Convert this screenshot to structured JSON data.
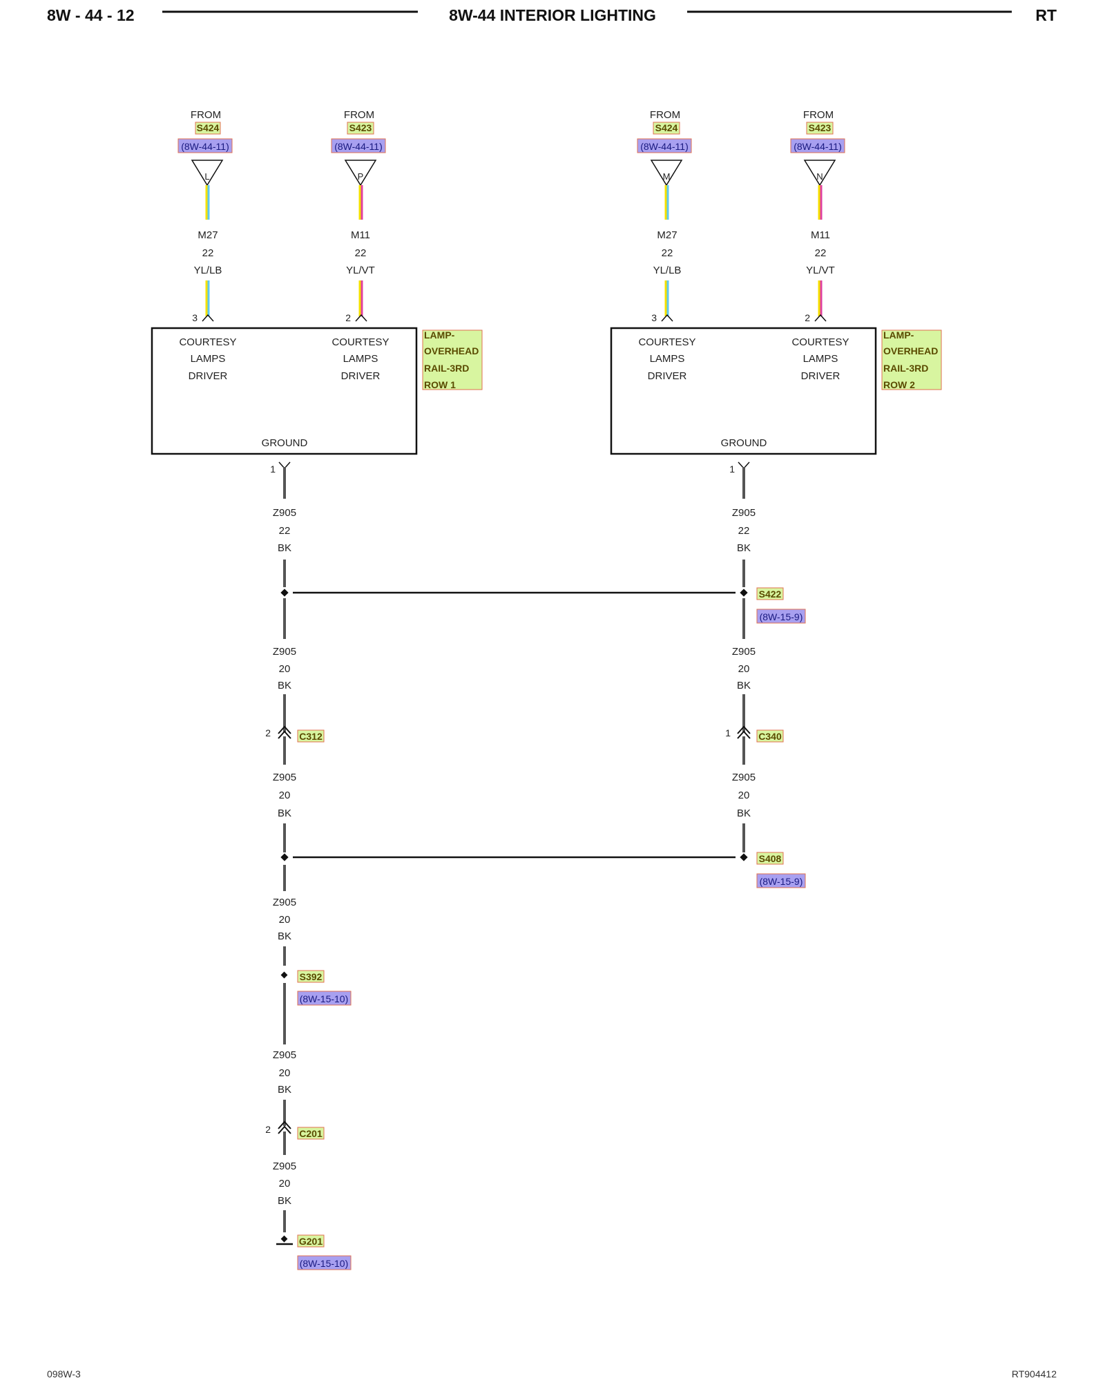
{
  "header": {
    "page_code": "8W - 44 - 12",
    "title": "8W-44 INTERIOR LIGHTING",
    "market": "RT"
  },
  "footer": {
    "left": "098W-3",
    "right": "RT904412"
  },
  "from_connectors": [
    {
      "from": "FROM",
      "splice": "S424",
      "ref": "(8W-44-11)",
      "letter": "L",
      "circuit": "M27",
      "gauge": "22",
      "color": "YL/LB",
      "pin": "3",
      "wire_colors": [
        "#f5e000",
        "#5ec8f0"
      ]
    },
    {
      "from": "FROM",
      "splice": "S423",
      "ref": "(8W-44-11)",
      "letter": "P",
      "circuit": "M11",
      "gauge": "22",
      "color": "YL/VT",
      "pin": "2",
      "wire_colors": [
        "#f5e000",
        "#e040a0"
      ]
    },
    {
      "from": "FROM",
      "splice": "S424",
      "ref": "(8W-44-11)",
      "letter": "M",
      "circuit": "M27",
      "gauge": "22",
      "color": "YL/LB",
      "pin": "3",
      "wire_colors": [
        "#f5e000",
        "#5ec8f0"
      ]
    },
    {
      "from": "FROM",
      "splice": "S423",
      "ref": "(8W-44-11)",
      "letter": "N",
      "circuit": "M11",
      "gauge": "22",
      "color": "YL/VT",
      "pin": "2",
      "wire_colors": [
        "#f5e000",
        "#e040a0"
      ]
    }
  ],
  "modules": [
    {
      "left_line1": "COURTESY",
      "left_line2": "LAMPS",
      "left_line3": "DRIVER",
      "right_line1": "COURTESY",
      "right_line2": "LAMPS",
      "right_line3": "DRIVER",
      "ground": "GROUND",
      "name_line1": "LAMP-",
      "name_line2": "OVERHEAD",
      "name_line3": "RAIL-3RD",
      "name_line4": "ROW 1",
      "ground_pin": "1"
    },
    {
      "left_line1": "COURTESY",
      "left_line2": "LAMPS",
      "left_line3": "DRIVER",
      "right_line1": "COURTESY",
      "right_line2": "LAMPS",
      "right_line3": "DRIVER",
      "ground": "GROUND",
      "name_line1": "LAMP-",
      "name_line2": "OVERHEAD",
      "name_line3": "RAIL-3RD",
      "name_line4": "ROW 2",
      "ground_pin": "1"
    }
  ],
  "wire_labels": {
    "left_1": {
      "circuit": "Z905",
      "gauge": "22",
      "color": "BK"
    },
    "left_2": {
      "circuit": "Z905",
      "gauge": "20",
      "color": "BK"
    },
    "left_3": {
      "circuit": "Z905",
      "gauge": "20",
      "color": "BK"
    },
    "left_4": {
      "circuit": "Z905",
      "gauge": "20",
      "color": "BK"
    },
    "left_5": {
      "circuit": "Z905",
      "gauge": "20",
      "color": "BK"
    },
    "left_6": {
      "circuit": "Z905",
      "gauge": "20",
      "color": "BK"
    },
    "right_1": {
      "circuit": "Z905",
      "gauge": "22",
      "color": "BK"
    },
    "right_2": {
      "circuit": "Z905",
      "gauge": "20",
      "color": "BK"
    },
    "right_3": {
      "circuit": "Z905",
      "gauge": "20",
      "color": "BK"
    }
  },
  "splices": {
    "s422": {
      "name": "S422",
      "ref": "(8W-15-9)"
    },
    "s408": {
      "name": "S408",
      "ref": "(8W-15-9)"
    },
    "s392": {
      "name": "S392",
      "ref": "(8W-15-10)"
    }
  },
  "inline_connectors": {
    "c312": {
      "name": "C312",
      "pin": "2"
    },
    "c340": {
      "name": "C340",
      "pin": "1"
    },
    "c201": {
      "name": "C201",
      "pin": "2"
    }
  },
  "ground": {
    "name": "G201",
    "ref": "(8W-15-10)"
  },
  "colors": {
    "wire_black": "#555555",
    "tag_green": "#d8f5a0",
    "tag_blue": "#a8a0f0",
    "tag_border": "#e07050"
  }
}
